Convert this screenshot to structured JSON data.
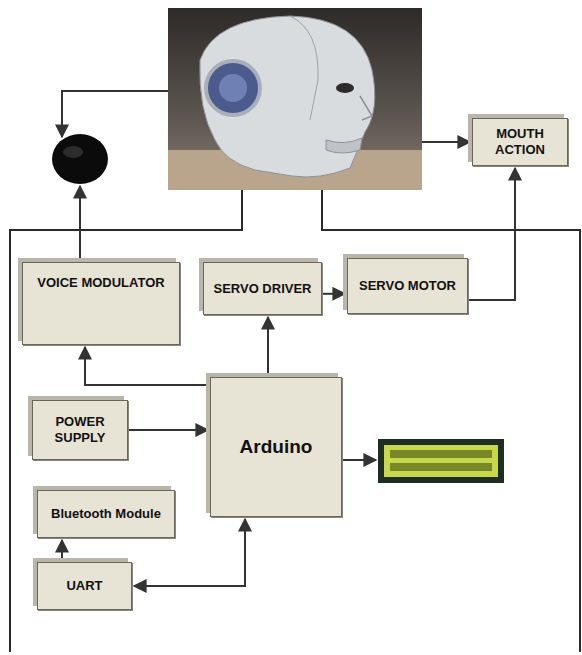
{
  "diagram": {
    "nodes": [
      {
        "text": [
          "MOUTH ACTION"
        ]
      },
      {
        "text": [
          "VOICE MODULATOR"
        ]
      },
      {
        "text": [
          "SERVO DRIVER"
        ]
      },
      {
        "text": [
          "SERVO MOTOR"
        ]
      },
      {
        "text": [
          "POWER SUPPLY"
        ]
      },
      {
        "text": [
          "Arduino"
        ]
      },
      {
        "text": [
          "Bluetooth Module"
        ]
      },
      {
        "text": [
          "UART"
        ]
      }
    ],
    "edges": [
      {
        "from": 5,
        "to": 1,
        "arrow": "to"
      },
      {
        "from": 5,
        "to": 2,
        "arrow": "to"
      },
      {
        "from": 2,
        "to": 3,
        "arrow": "to"
      },
      {
        "from": 3,
        "to": 0,
        "arrow": "to"
      },
      {
        "from": 4,
        "to": 5,
        "arrow": "to"
      },
      {
        "from": 7,
        "to": 5,
        "arrow": "both"
      },
      {
        "from": 7,
        "to": 6,
        "arrow": "to"
      }
    ]
  }
}
